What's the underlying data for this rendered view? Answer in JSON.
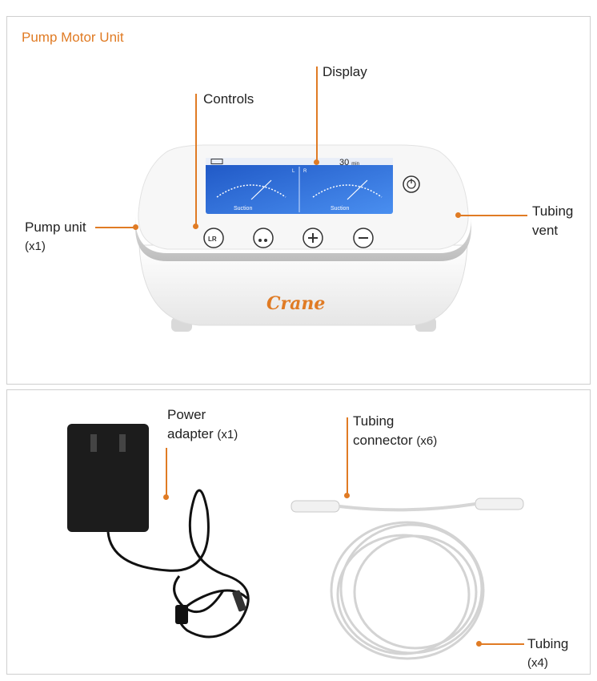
{
  "top_panel": {
    "title": "Pump Motor Unit",
    "labels": {
      "controls": "Controls",
      "display": "Display",
      "pump_unit_line1": "Pump unit",
      "pump_unit_line2": "(x1)",
      "tubing_vent_line1": "Tubing",
      "tubing_vent_line2": "vent"
    },
    "device": {
      "brand": "Crane",
      "timer_value": "30",
      "timer_unit": "min",
      "left_gauge_label": "Suction",
      "right_gauge_label": "Suction",
      "side_left": "L",
      "side_right": "R",
      "plus_hint": "+",
      "minus_hint": "-"
    }
  },
  "bottom_panel": {
    "labels": {
      "power_line1": "Power",
      "power_line2": "adapter",
      "power_qty": "(x1)",
      "connector_line1": "Tubing",
      "connector_line2": "connector",
      "connector_qty": "(x6)",
      "tubing_line1": "Tubing",
      "tubing_line2": "(x4)"
    }
  },
  "colors": {
    "accent": "#e07b24",
    "screen_blue": "#2f6fd6",
    "device_white": "#f4f4f4",
    "adapter_black": "#1c1c1c"
  }
}
